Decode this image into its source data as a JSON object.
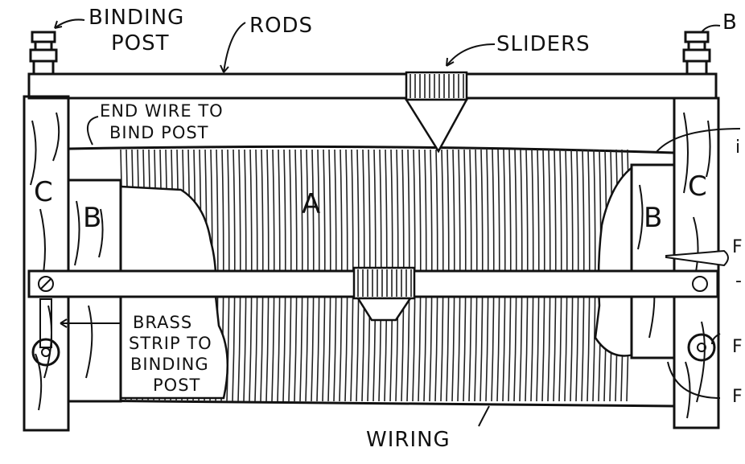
{
  "labels": {
    "binding_post_left_line1": "BINDING",
    "binding_post_left_line2": "POST",
    "binding_post_right_partial": "B",
    "rods": "RODS",
    "sliders": "SLIDERS",
    "end_wire_line1": "END WIRE TO",
    "end_wire_line2": "BIND POST",
    "brass_line1": "BRASS",
    "brass_line2": "STRIP TO",
    "brass_line3": "BINDING",
    "brass_line4": "POST",
    "wiring": "WIRING",
    "part_a": "A",
    "part_b_left": "B",
    "part_b_right": "B",
    "part_c_left": "C",
    "part_c_right": "C",
    "edge_frag_1": "i",
    "edge_frag_2": "F",
    "edge_frag_3": "-",
    "edge_frag_4": "F",
    "edge_frag_5": "F"
  }
}
